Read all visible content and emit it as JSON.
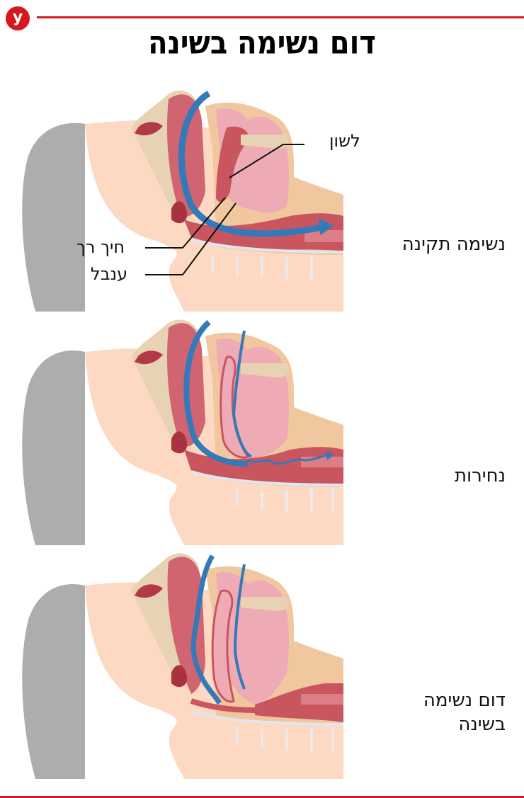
{
  "header": {
    "logo_letter": "y",
    "title": "דום נשימה בשינה"
  },
  "colors": {
    "accent_red": "#d4181e",
    "pillow_gray": "#adadad",
    "skin": "#fdd9c3",
    "airflow_blue": "#3479b8",
    "tissue_red": "#c9565f",
    "tissue_pink": "#eeaab5",
    "bone": "#e7d2b3"
  },
  "panels": [
    {
      "id": "normal",
      "state_label": "נשימה תקינה",
      "airflow": "open",
      "part_labels": {
        "tongue": "לשון",
        "soft_palate": "חיך רך",
        "uvula": "ענבל"
      }
    },
    {
      "id": "snoring",
      "state_label": "נחירות",
      "airflow": "partially obstructed"
    },
    {
      "id": "apnea",
      "state_label_line1": "דום נשימה",
      "state_label_line2": "בשינה",
      "airflow": "blocked"
    }
  ]
}
